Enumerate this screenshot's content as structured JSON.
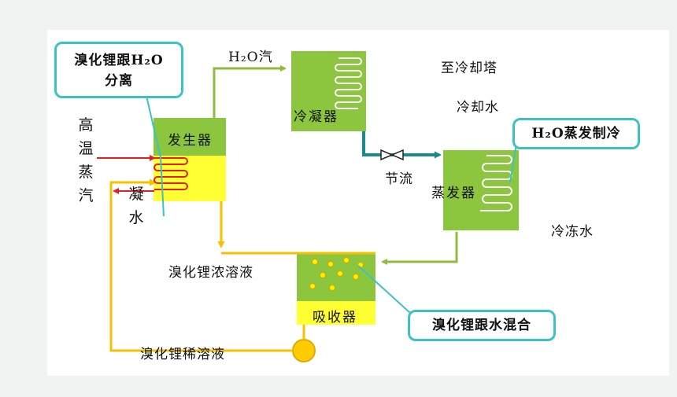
{
  "labels": {
    "h2o_vapor": "H₂O汽",
    "to_cooling_tower": "至冷却塔",
    "cooling_water": "冷却水",
    "throttle": "节流",
    "chilled_water": "冷冻水",
    "concentrated_solution": "溴化锂浓溶液",
    "dilute_solution": "溴化锂稀溶液",
    "high_temp_steam": "高温蒸汽",
    "condensate": "凝水"
  },
  "components": {
    "generator": "发生器",
    "condenser": "冷凝器",
    "evaporator": "蒸发器",
    "absorber": "吸收器"
  },
  "callouts": {
    "separation_l1": "溴化锂跟H₂O",
    "separation_l2": "分离",
    "evaporation": "H₂O蒸发制冷",
    "mixing": "溴化锂跟水混合"
  },
  "colors": {
    "background": "#f1f2f2",
    "box_green": "#8cc63f",
    "box_yellow": "#ffff33",
    "callout_border": "#3cc2c4",
    "pipe_olive": "#8fbc3c",
    "pipe_yellow": "#f6c200",
    "pipe_teal": "#1a8a8c",
    "steam_red": "#e0201e"
  }
}
